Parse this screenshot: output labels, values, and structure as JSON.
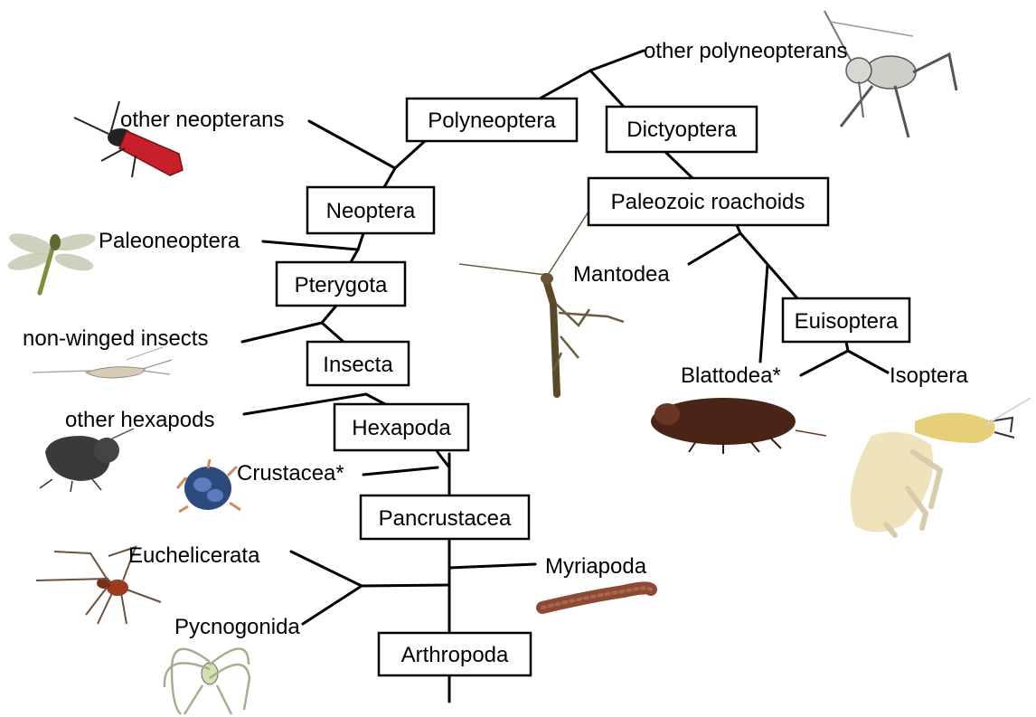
{
  "clades": {
    "polyneoptera": "Polyneoptera",
    "dictyoptera": "Dictyoptera",
    "paleozoic_roachoids": "Paleozoic roachoids",
    "neoptera": "Neoptera",
    "pterygota": "Pterygota",
    "insecta": "Insecta",
    "hexapoda": "Hexapoda",
    "pancrustacea": "Pancrustacea",
    "arthropoda": "Arthropoda",
    "euisoptera": "Euisoptera"
  },
  "taxa": {
    "other_polyneopterans": "other polyneopterans",
    "other_neopterans": "other neopterans",
    "paleoneoptera": "Paleoneoptera",
    "non_winged_insects": "non-winged insects",
    "other_hexapods": "other hexapods",
    "crustacea": "Crustacea*",
    "euchelicerata": "Euchelicerata",
    "pycnogonida": "Pycnogonida",
    "myriapoda": "Myriapoda",
    "mantodea": "Mantodea",
    "blattodea": "Blattodea*",
    "isoptera": "Isoptera"
  },
  "illustrations": [
    "katydid-image",
    "red-beetle-image",
    "dragonfly-image",
    "silverfish-image",
    "springtail-image",
    "crustacean-image",
    "spider-image",
    "sea-spider-image",
    "mantis-image",
    "cockroach-image",
    "termite-image",
    "millipede-image"
  ],
  "colors": {
    "line": "#000000",
    "box_fill": "#ffffff",
    "beetle": "#c8202a",
    "cockroach": "#4a2416",
    "termite": "#efe3bc",
    "millipede": "#8a4a33",
    "dragonfly": "#7e8f3c"
  }
}
